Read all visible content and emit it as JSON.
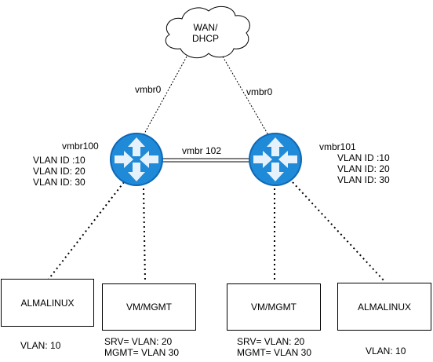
{
  "cloud": {
    "line1": "WAN/",
    "line2": "DHCP"
  },
  "links": {
    "left_uplink": "vmbr0",
    "right_uplink": "vmbr0",
    "bridge": "vmbr 102"
  },
  "router_left": {
    "name": "vmbr100",
    "vlans": [
      "VLAN ID :10",
      "VLAN ID: 20",
      "VLAN ID: 30"
    ]
  },
  "router_right": {
    "name": "vmbr101",
    "vlans": [
      "VLAN ID :10",
      "VLAN ID: 20",
      "VLAN ID: 30"
    ]
  },
  "nodes": [
    {
      "label": "ALMALINUX",
      "notes": [
        "VLAN: 10"
      ]
    },
    {
      "label": "VM/MGMT",
      "notes": [
        "SRV= VLAN: 20",
        "MGMT= VLAN 30"
      ]
    },
    {
      "label": "VM/MGMT",
      "notes": [
        "SRV= VLAN: 20",
        "MGMT= VLAN 30"
      ]
    },
    {
      "label": "ALMALINUX",
      "notes": [
        "VLAN: 10"
      ]
    }
  ],
  "colors": {
    "router_fill": "#1f8ad7",
    "router_rim": "#0e67b6",
    "arrow": "#e6f2fb",
    "line": "#000000"
  }
}
